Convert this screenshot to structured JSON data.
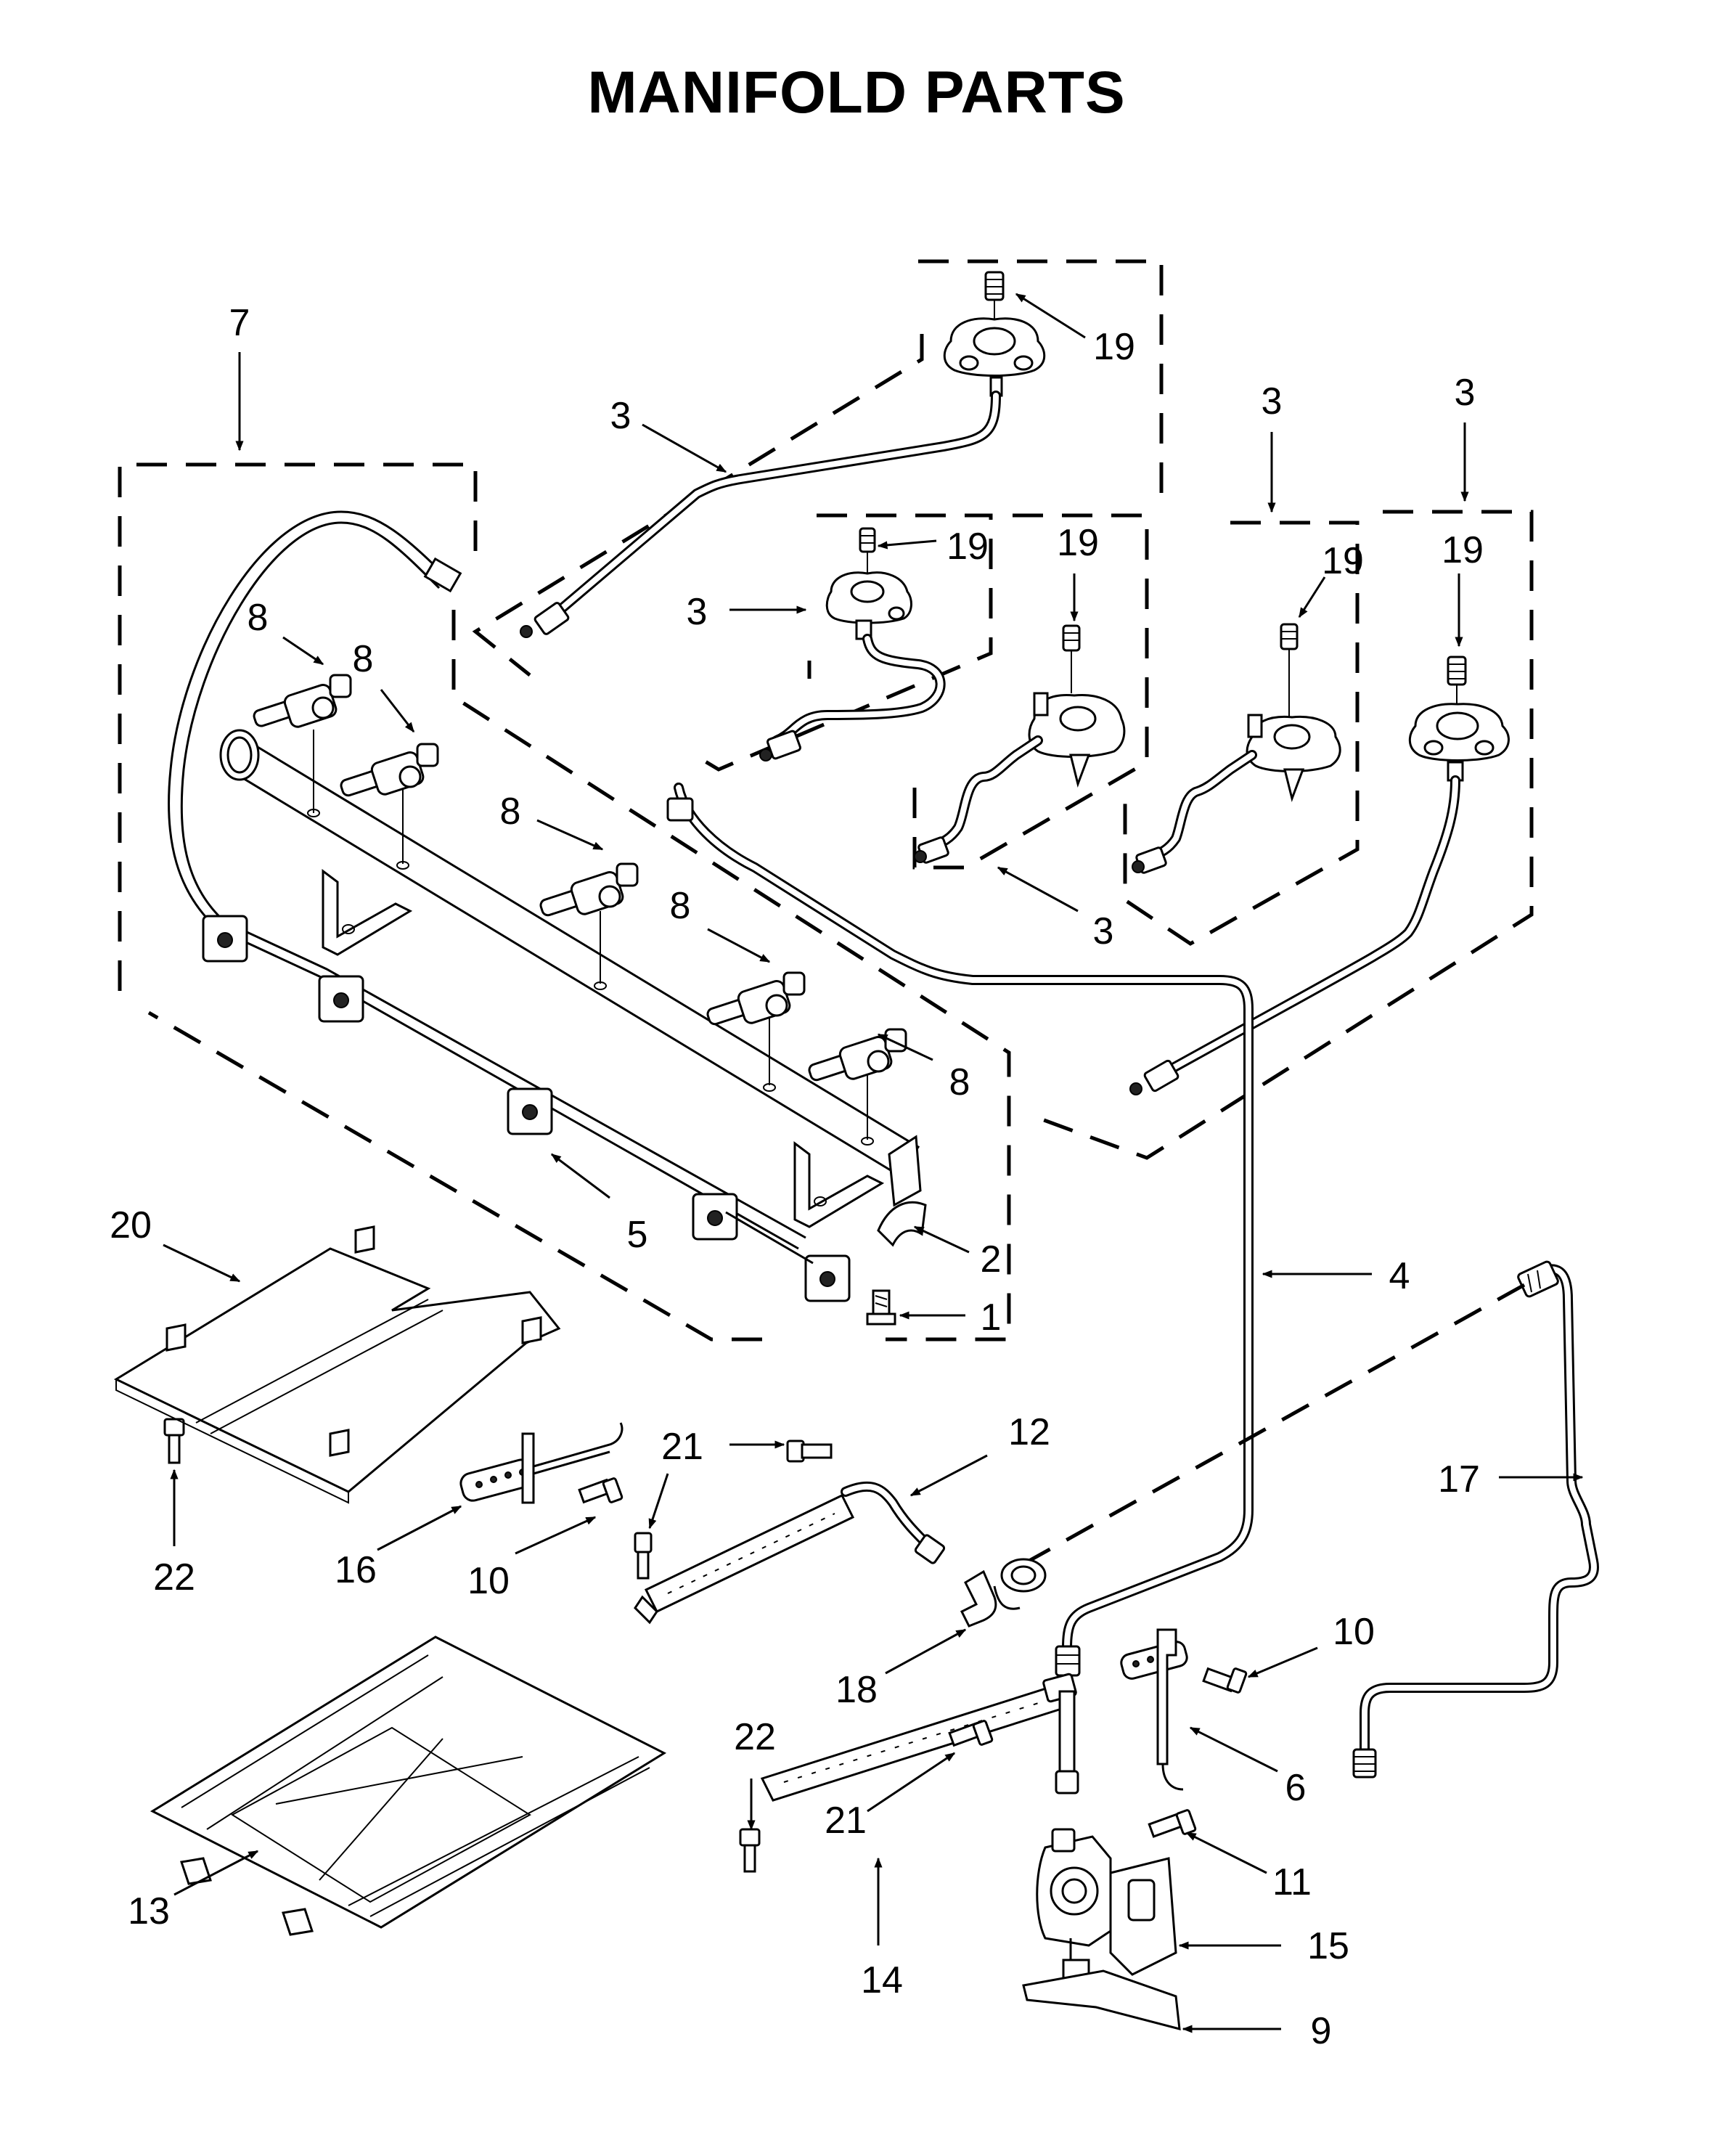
{
  "title": "MANIFOLD PARTS",
  "callouts": {
    "c1": "1",
    "c2": "2",
    "c3": "3",
    "c4": "4",
    "c5": "5",
    "c6": "6",
    "c7": "7",
    "c8": "8",
    "c9": "9",
    "c10": "10",
    "c11": "11",
    "c12": "12",
    "c13": "13",
    "c14": "14",
    "c15": "15",
    "c16": "16",
    "c17": "17",
    "c18": "18",
    "c19": "19",
    "c20": "20",
    "c21": "21",
    "c22": "22"
  }
}
